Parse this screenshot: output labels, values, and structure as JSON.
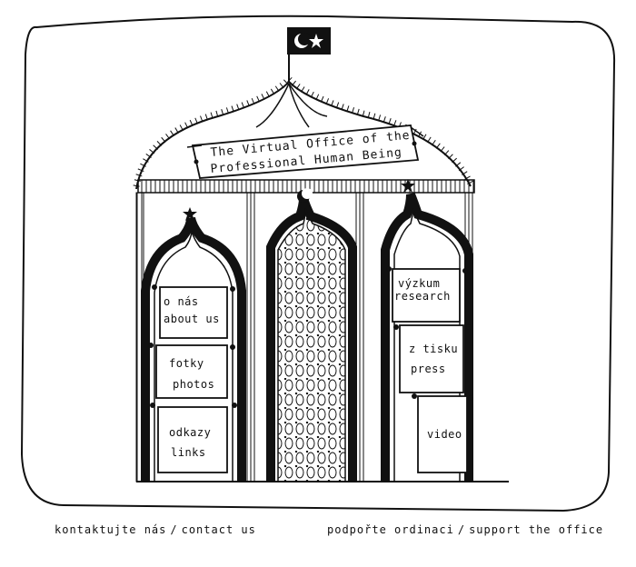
{
  "banner": {
    "line1": "The Virtual Office of the",
    "line2": "Professional Human Being"
  },
  "flag": {
    "icon": "crescent-star-icon"
  },
  "left_arch": {
    "top_icon": "star-icon",
    "panels": [
      {
        "label_cs": "o nás",
        "label_en": "about us"
      },
      {
        "label_cs": "fotky",
        "label_en": "photos"
      },
      {
        "label_cs": "odkazy",
        "label_en": "links"
      }
    ]
  },
  "center_arch": {
    "top_icon": "crescent-icon"
  },
  "right_arch": {
    "top_icon": "star-icon",
    "panels": [
      {
        "label_cs": "výzkum",
        "label_en": "research"
      },
      {
        "label_cs": "z tisku",
        "label_en": "press"
      },
      {
        "label_cs": "",
        "label_en": "video"
      }
    ]
  },
  "footer": {
    "contact_cs": "kontaktujte nás",
    "contact_en": "contact us",
    "support_cs": "podpořte ordinaci",
    "support_en": "support the office"
  }
}
